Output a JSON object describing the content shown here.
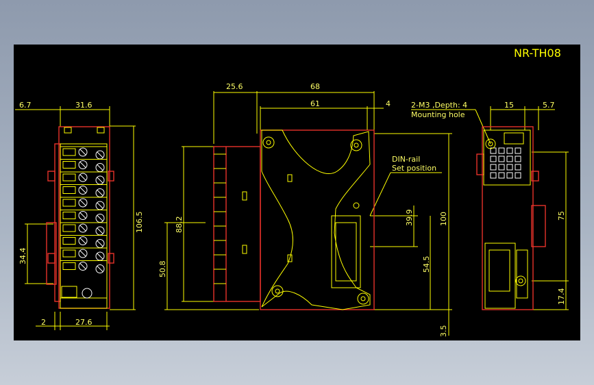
{
  "drawing": {
    "title": "NR-TH08",
    "background_color": "#000000",
    "dimension_color": "#ffff00",
    "outline_color": "#e8322a"
  },
  "left_view": {
    "dims": {
      "top_left": "6.7",
      "top_width": "31.6",
      "height": "106.5",
      "side": "34.4",
      "bottom_left": "2",
      "bottom_width": "27.6"
    }
  },
  "center_view": {
    "dims": {
      "top_depth": "25.6",
      "top_width": "68",
      "inner_width": "61",
      "inner_right": "4",
      "height_left": "88.2",
      "height_low": "50.8",
      "rail_offset": "39.9",
      "height_right": "100",
      "rail_low": "54.5",
      "bottom": "3.5"
    },
    "din_rail_label": "DIN-rail",
    "set_position_label": "Set position"
  },
  "right_view": {
    "mount_label": "2-M3 ,Depth: 4",
    "mount_sub": "Mounting hole",
    "dims": {
      "top_mid": "15",
      "top_right": "5.7",
      "height": "75",
      "bottom": "17.4"
    }
  }
}
